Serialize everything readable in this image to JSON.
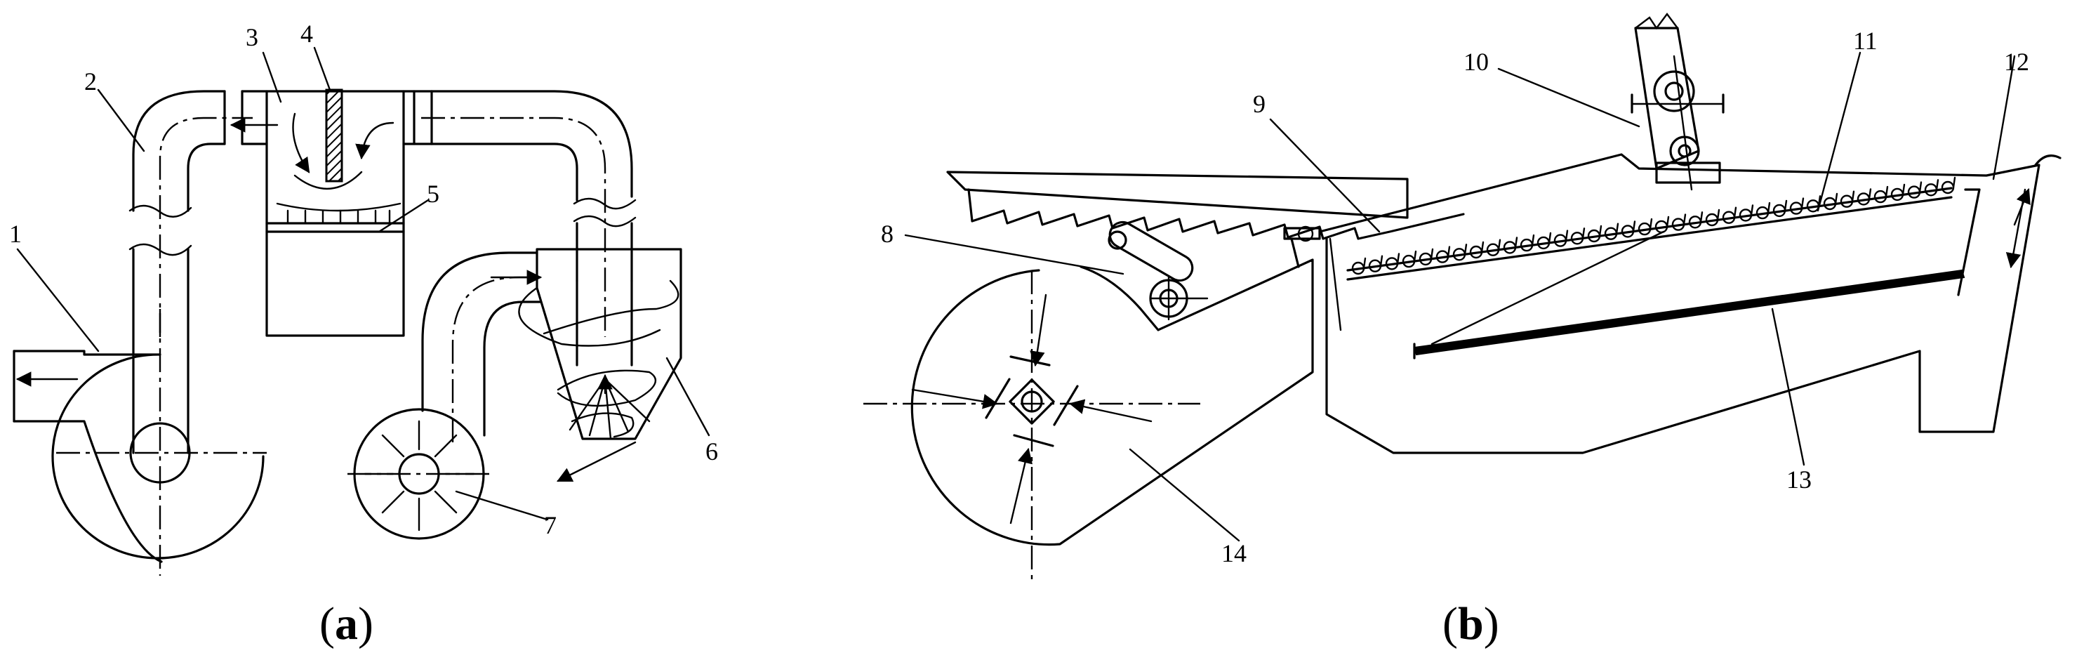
{
  "panels": [
    {
      "letter": "a"
    },
    {
      "letter": "b"
    }
  ],
  "labels": [
    "1",
    "2",
    "3",
    "4",
    "5",
    "6",
    "7",
    "8",
    "9",
    "10",
    "11",
    "12",
    "13",
    "14"
  ]
}
